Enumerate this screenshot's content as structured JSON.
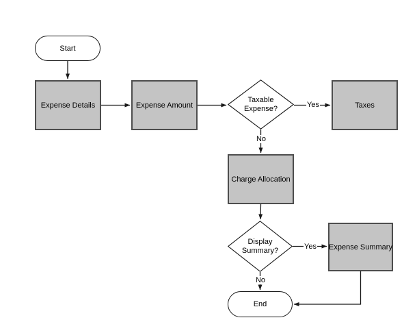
{
  "diagram": {
    "type": "flowchart",
    "background": "#ffffff",
    "colors": {
      "process_fill": "#c4c4c4",
      "process_border": "#4d4d4d",
      "terminator_fill": "#ffffff",
      "decision_fill": "#ffffff",
      "outline": "#1a1a1a",
      "connector": "#1a1a1a",
      "text": "#000000"
    },
    "nodes": {
      "start": {
        "type": "terminator",
        "label": "Start"
      },
      "expense_details": {
        "type": "process",
        "label": "Expense Details"
      },
      "expense_amount": {
        "type": "process",
        "label": "Expense Amount"
      },
      "taxable_expense": {
        "type": "decision",
        "label_line1": "Taxable",
        "label_line2": "Expense?"
      },
      "taxes": {
        "type": "process",
        "label": "Taxes"
      },
      "charge_allocation": {
        "type": "process",
        "label": "Charge Allocation"
      },
      "display_summary": {
        "type": "decision",
        "label_line1": "Display",
        "label_line2": "Summary?"
      },
      "expense_summary": {
        "type": "process",
        "label": "Expense Summary"
      },
      "end": {
        "type": "terminator",
        "label": "End"
      }
    },
    "edges": {
      "start_to_expense_details": {
        "from": "start",
        "to": "expense_details",
        "label": ""
      },
      "expense_details_to_expense_amount": {
        "from": "expense_details",
        "to": "expense_amount",
        "label": ""
      },
      "expense_amount_to_taxable_expense": {
        "from": "expense_amount",
        "to": "taxable_expense",
        "label": ""
      },
      "taxable_expense_yes_to_taxes": {
        "from": "taxable_expense",
        "to": "taxes",
        "label": "Yes"
      },
      "taxable_expense_no_to_charge_allocation": {
        "from": "taxable_expense",
        "to": "charge_allocation",
        "label": "No"
      },
      "charge_allocation_to_display_summary": {
        "from": "charge_allocation",
        "to": "display_summary",
        "label": ""
      },
      "display_summary_yes_to_expense_summary": {
        "from": "display_summary",
        "to": "expense_summary",
        "label": "Yes"
      },
      "display_summary_no_to_end": {
        "from": "display_summary",
        "to": "end",
        "label": "No"
      },
      "expense_summary_to_end": {
        "from": "expense_summary",
        "to": "end",
        "label": ""
      }
    }
  }
}
